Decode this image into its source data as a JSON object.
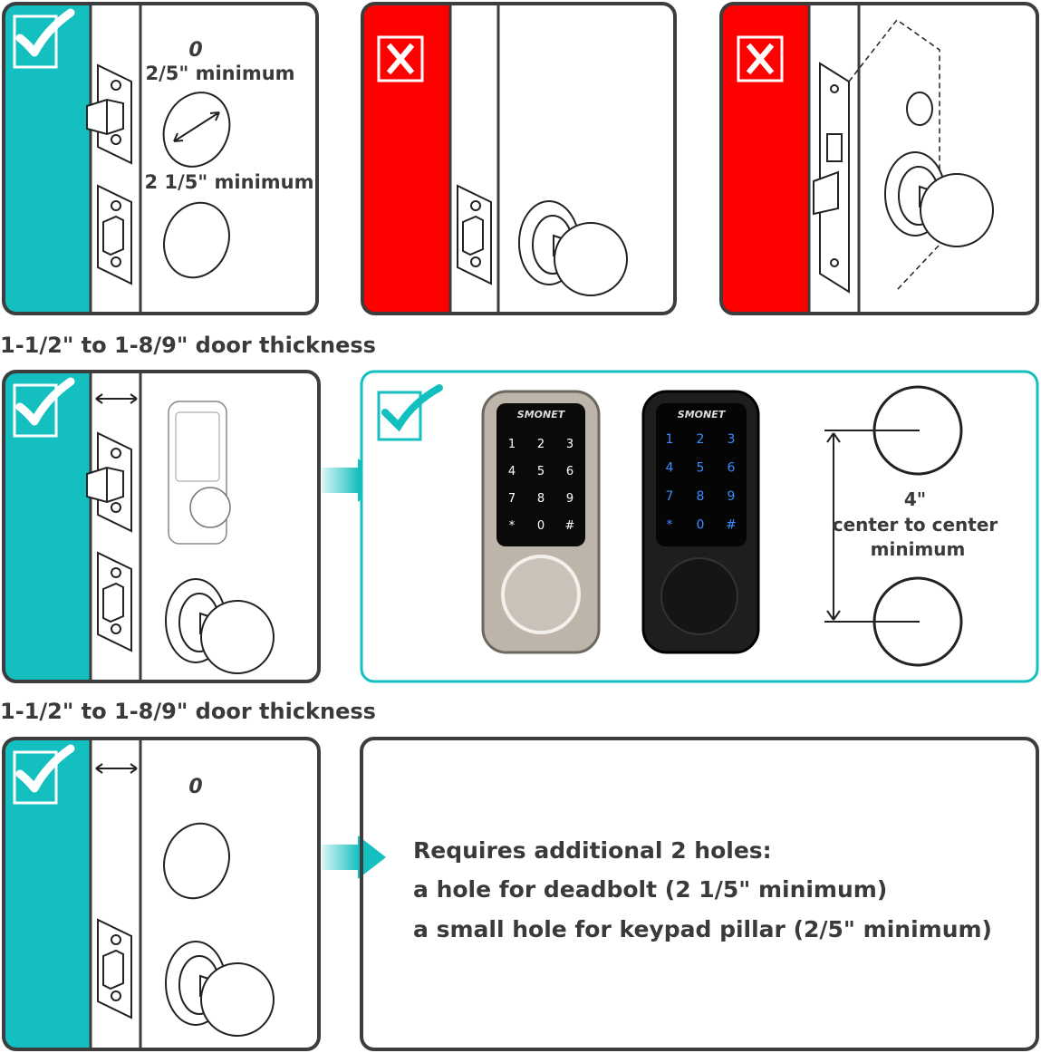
{
  "labels": {
    "pillar_hole": "2/5\" minimum",
    "deadbolt_hole": "2 1/5\" minimum",
    "zero_mark": "0",
    "thickness_row2": "1-1/2\" to 1-8/9\" door thickness",
    "thickness_row3": "1-1/2\" to 1-8/9\" door thickness",
    "distance_value": "4\"",
    "distance_line1": "center to center",
    "distance_line2": "minimum",
    "zero_mark_row3": "0"
  },
  "requirements": {
    "title": "Requires additional 2 holes:",
    "line1": "a hole for deadbolt (2 1/5\" minimum)",
    "line2": "a small hole for keypad pillar (2/5\" minimum)"
  },
  "lock": {
    "brand": "SMONET",
    "keys": [
      "1",
      "2",
      "3",
      "4",
      "5",
      "6",
      "7",
      "8",
      "9",
      "*",
      "0",
      "#"
    ]
  },
  "marks": {
    "ok": "check-icon",
    "bad": "x-icon"
  },
  "colors": {
    "ok": "#13bfbf",
    "bad": "#ff0000",
    "frame": "#3d3d3d",
    "key_blue": "#3a8dff"
  }
}
